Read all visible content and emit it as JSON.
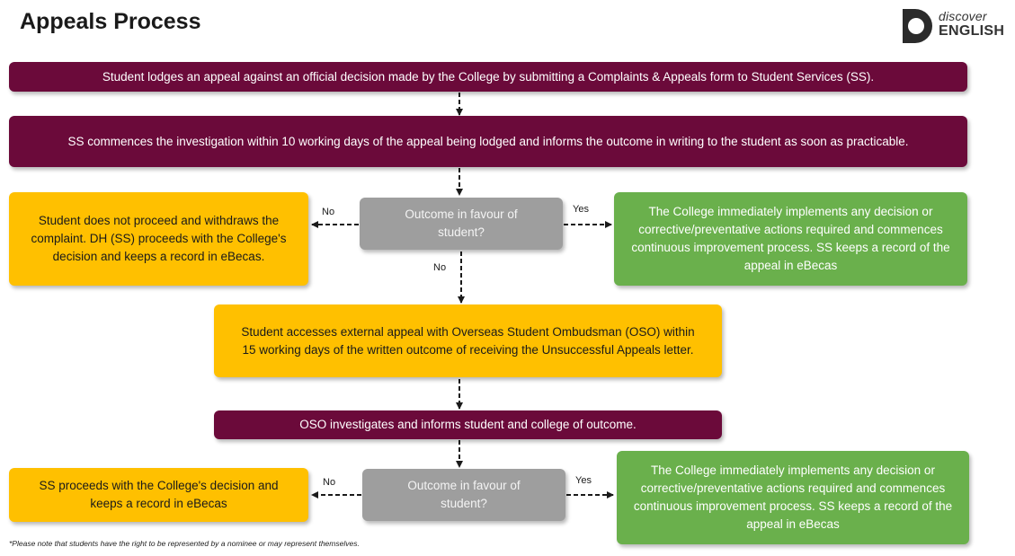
{
  "title": "Appeals Process",
  "logo": {
    "line1": "discover",
    "line2": "ENGLISH"
  },
  "steps": {
    "lodge": "Student lodges an appeal against an official decision made by the College by submitting a Complaints & Appeals form to Student Services (SS).",
    "investigate": "SS commences the investigation within 10 working days of the appeal being lodged and informs the outcome in writing to the student as soon as practicable.",
    "decision1": "Outcome in favour of student?",
    "withdraw": "Student does not proceed and withdraws the complaint. DH (SS) proceeds with the College's decision and keeps a record in eBecas.",
    "implement1": "The College immediately implements any decision or corrective/preventative actions required and commences continuous improvement process. SS keeps a record of the appeal in eBecas",
    "external": "Student accesses external appeal with Overseas Student Ombudsman (OSO) within 15 working days of the written outcome of receiving the Unsuccessful Appeals letter.",
    "oso": "OSO investigates and informs student and college of outcome.",
    "decision2": "Outcome in favour of student?",
    "proceed": "SS proceeds with the College's decision and keeps a record in eBecas",
    "implement2": "The College immediately implements any decision or corrective/preventative actions required and commences continuous improvement process. SS keeps a record of the appeal in eBecas"
  },
  "labels": {
    "no_left_1": "No",
    "yes_right_1": "Yes",
    "no_down_1": "No",
    "no_left_2": "No",
    "yes_right_2": "Yes"
  },
  "note": "*Please note that students have the right to be represented by a nominee or may represent themselves.",
  "colors": {
    "maroon": "#6b0a3a",
    "orange": "#ffc000",
    "grey": "#9e9e9e",
    "green": "#6ab04c"
  }
}
